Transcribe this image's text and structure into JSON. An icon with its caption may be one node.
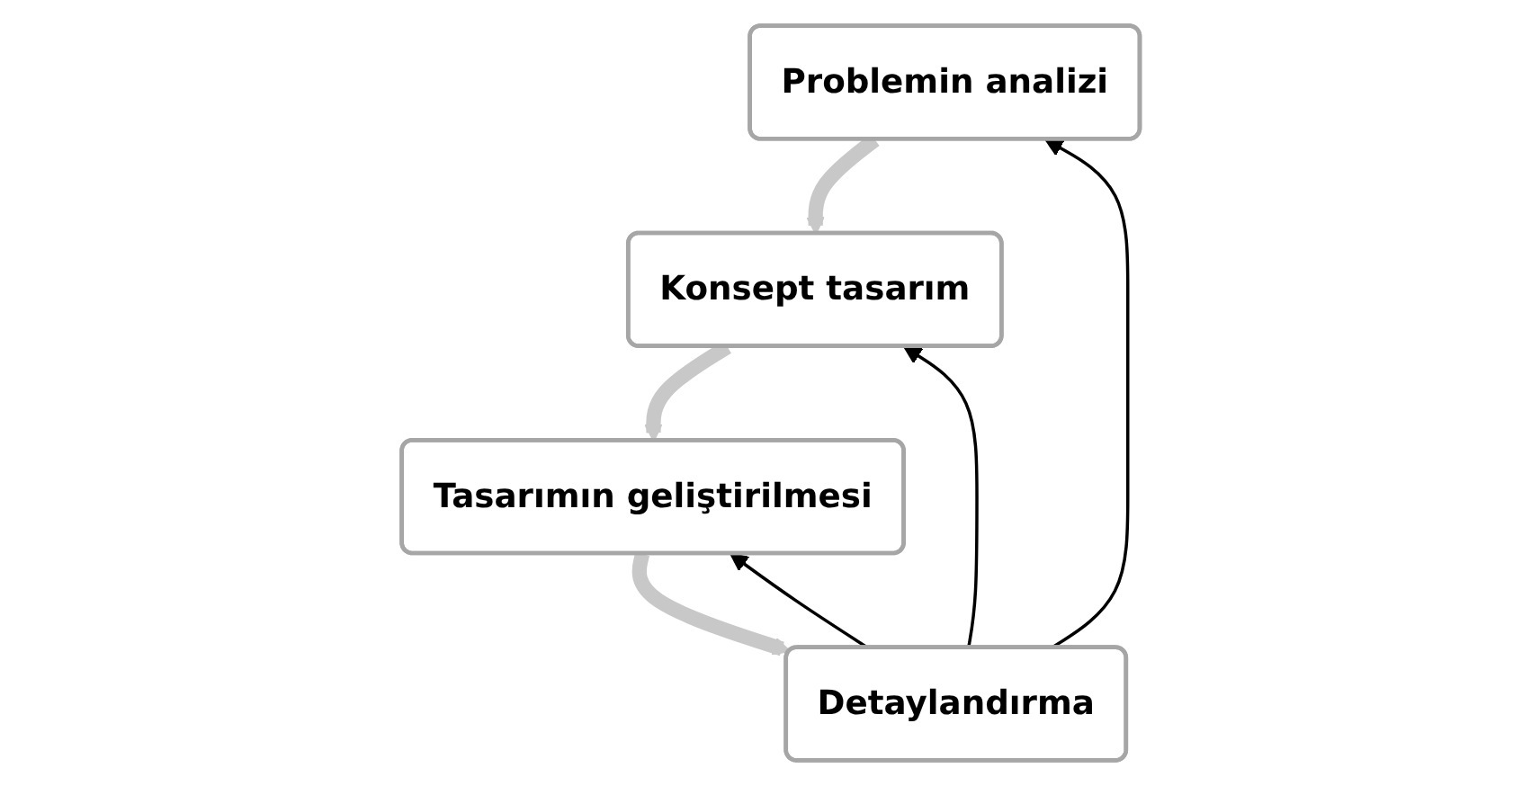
{
  "diagram": {
    "nodes": [
      {
        "text": [
          "Problemin analizi"
        ]
      },
      {
        "text": [
          "Konsept tasarım"
        ]
      },
      {
        "text": [
          "Tasarımın geliştirilmesi"
        ]
      },
      {
        "text": [
          "Detaylandırma"
        ]
      }
    ],
    "edges": [
      {
        "from": 0,
        "to": 1,
        "arrow": "to",
        "style": "thick",
        "color": "#c8c8c8"
      },
      {
        "from": 1,
        "to": 2,
        "arrow": "to",
        "style": "thick",
        "color": "#c8c8c8"
      },
      {
        "from": 2,
        "to": 3,
        "arrow": "to",
        "style": "thick",
        "color": "#c8c8c8"
      },
      {
        "from": 3,
        "to": 0,
        "arrow": "to",
        "color": "#000000"
      },
      {
        "from": 3,
        "to": 1,
        "arrow": "to",
        "color": "#000000"
      },
      {
        "from": 3,
        "to": 2,
        "arrow": "to",
        "color": "#000000"
      }
    ]
  }
}
